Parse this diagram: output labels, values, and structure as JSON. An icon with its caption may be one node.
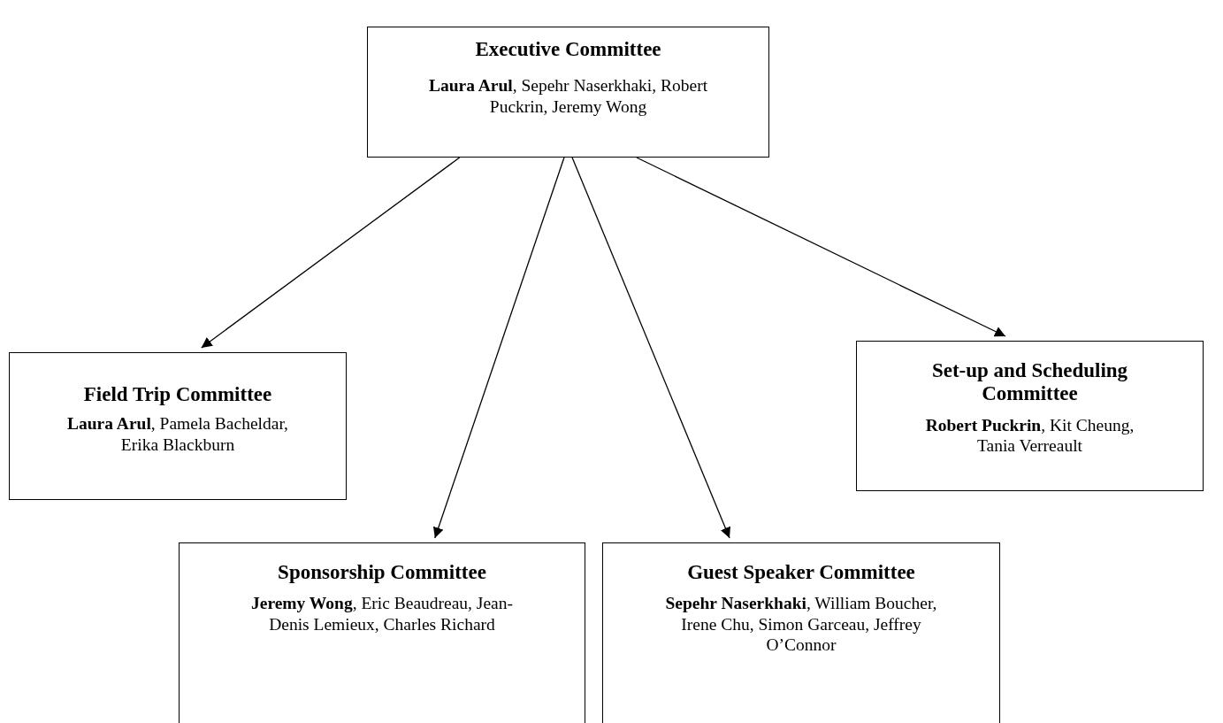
{
  "diagram": {
    "nodes": [
      {
        "text": [
          "Executive Committee",
          "**Laura Arul**, Sepehr Naserkhaki, Robert Puckrin, Jeremy Wong"
        ]
      },
      {
        "text": [
          "Field Trip Committee",
          "**Laura Arul**, Pamela Bacheldar, Erika Blackburn"
        ]
      },
      {
        "text": [
          "Sponsorship Committee",
          "**Jeremy Wong**, Eric Beaudreau, Jean-Denis Lemieux, Charles Richard"
        ]
      },
      {
        "text": [
          "Guest Speaker Committee",
          "**Sepehr Naserkhaki**, William Boucher, Irene Chu, Simon Garceau, Jeffrey O’Connor"
        ]
      },
      {
        "text": [
          "Set-up and Scheduling Committee",
          "**Robert Puckrin**, Kit Cheung, Tania Verreault"
        ]
      }
    ],
    "edges": [
      {
        "from": 0,
        "to": 1,
        "arrow": "to"
      },
      {
        "from": 0,
        "to": 2,
        "arrow": "to"
      },
      {
        "from": 0,
        "to": 3,
        "arrow": "to"
      },
      {
        "from": 0,
        "to": 4,
        "arrow": "to"
      }
    ]
  }
}
